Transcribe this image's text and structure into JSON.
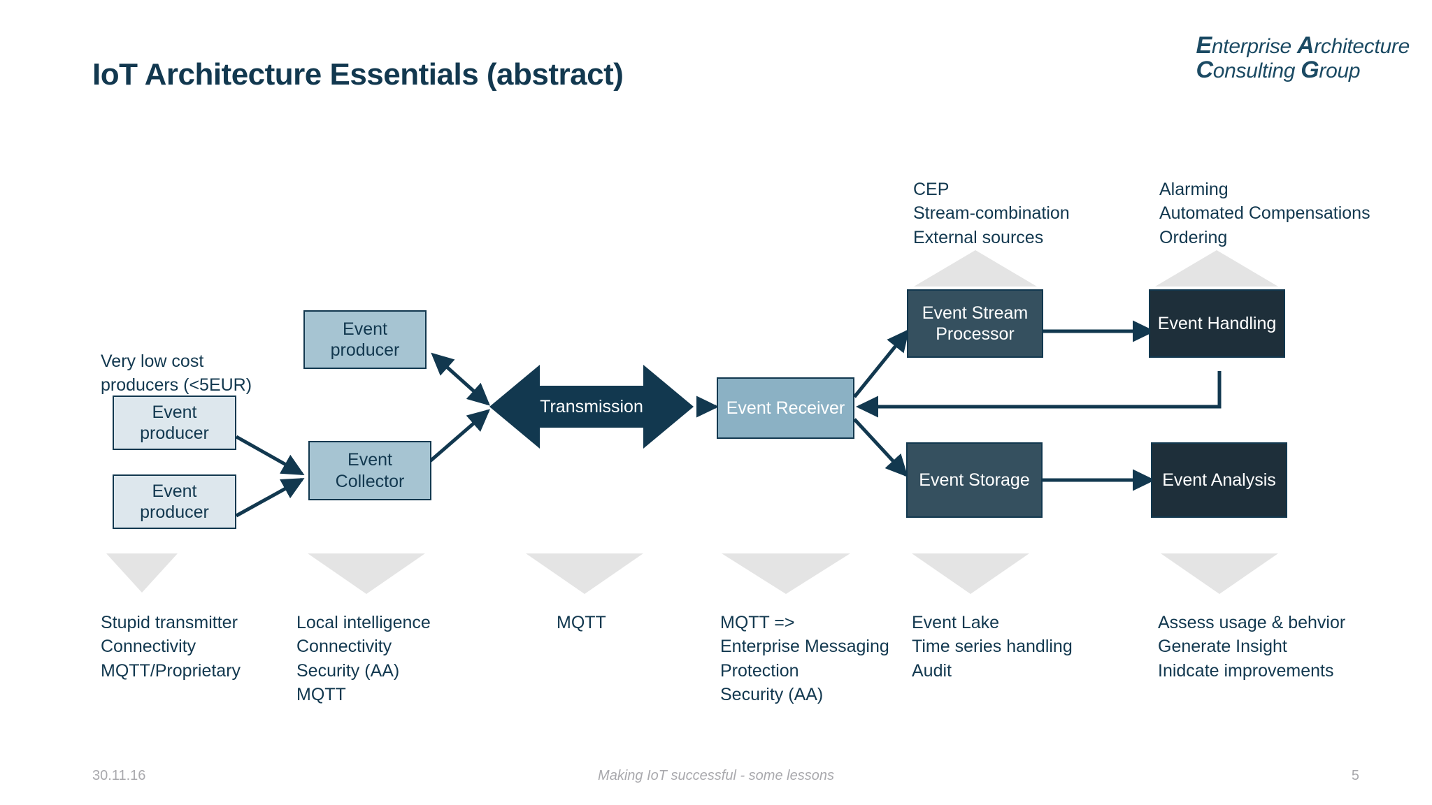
{
  "slide": {
    "title": "IoT Architecture Essentials (abstract)",
    "logo": {
      "line1_cap": "E",
      "line1_rest": "nterprise ",
      "line1_cap2": "A",
      "line1_rest2": "rchitecture",
      "line2_cap": "C",
      "line2_rest": "onsulting ",
      "line2_cap2": "G",
      "line2_rest2": "roup"
    },
    "footer": {
      "date": "30.11.16",
      "center": "Making IoT successful - some lessons",
      "page": "5"
    }
  },
  "colors": {
    "ink": "#12384f",
    "lightest": "#dde7ed",
    "light": "#a6c4d2",
    "medium": "#8bb1c4",
    "slate": "#35505f",
    "dark": "#1e2f3a",
    "gray_arrow": "#e4e4e4",
    "footer_gray": "#a9a9ad"
  },
  "nodes": {
    "producer_top_left": "Event\nproducer",
    "producer_bottom_left": "Event\nproducer",
    "producer_upper_mid": "Event\nproducer",
    "collector": "Event\nCollector",
    "transmission": "Transmission",
    "receiver": "Event\nReceiver",
    "stream_processor": "Event Stream\nProcessor",
    "handling": "Event\nHandling",
    "storage": "Event Storage",
    "analysis": "Event\nAnalysis"
  },
  "callouts": {
    "very_low_cost": "Very low cost\nproducers (<5EUR)",
    "cep": "CEP\nStream-combination\nExternal sources",
    "alarming": "Alarming\nAutomated Compensations\nOrdering"
  },
  "bottom_annotations": [
    "Stupid transmitter\nConnectivity\nMQTT/Proprietary",
    "Local intelligence\nConnectivity\nSecurity (AA)\nMQTT",
    "MQTT",
    "MQTT =>\nEnterprise Messaging\nProtection\nSecurity (AA)",
    "Event Lake\nTime series handling\nAudit",
    "Assess usage & behvior\nGenerate Insight\nInidcate improvements"
  ]
}
